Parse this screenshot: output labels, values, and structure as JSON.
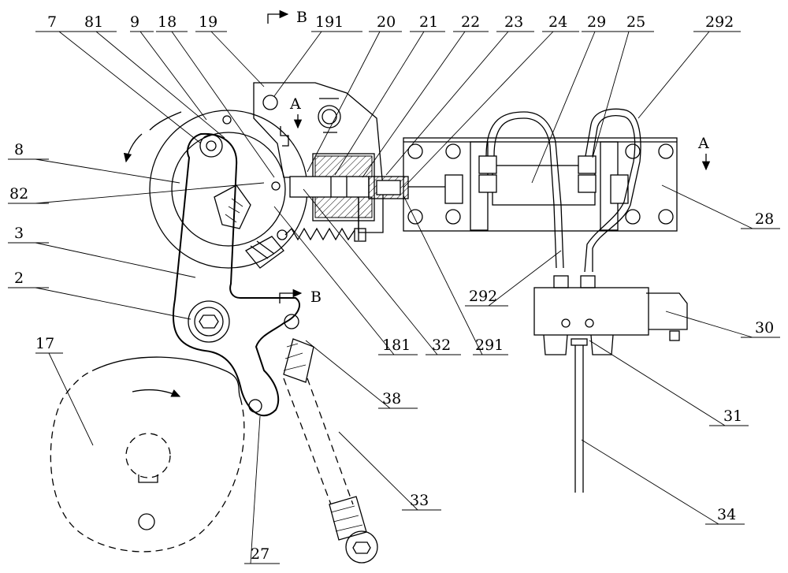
{
  "labels": {
    "l7": "7",
    "l81": "81",
    "l9": "9",
    "l18": "18",
    "l19": "19",
    "l191": "191",
    "l20": "20",
    "l21": "21",
    "l22": "22",
    "l23": "23",
    "l24": "24",
    "l29": "29",
    "l25": "25",
    "l292a": "292",
    "l8": "8",
    "l82": "82",
    "l3": "3",
    "l2": "2",
    "l17": "17",
    "l28": "28",
    "l292b": "292",
    "l30": "30",
    "l181": "181",
    "l32": "32",
    "l291": "291",
    "l38": "38",
    "l31": "31",
    "l33": "33",
    "l34": "34",
    "l27": "27"
  },
  "section_marks": {
    "b_top": "B",
    "b_bottom": "B",
    "a_left": "A",
    "a_right": "A"
  }
}
